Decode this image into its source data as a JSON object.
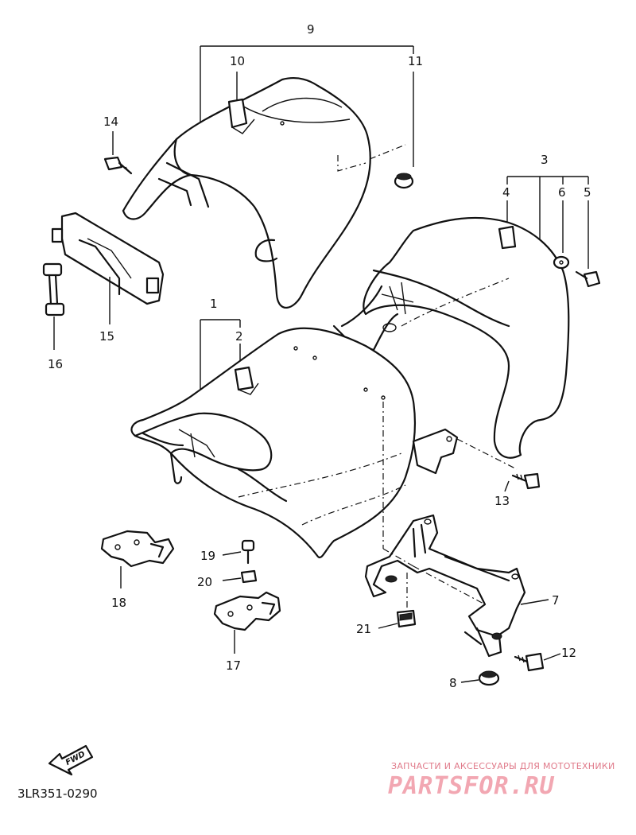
{
  "callouts": [
    {
      "id": "9",
      "label": "9"
    },
    {
      "id": "10",
      "label": "10"
    },
    {
      "id": "11",
      "label": "11"
    },
    {
      "id": "14",
      "label": "14"
    },
    {
      "id": "3",
      "label": "3"
    },
    {
      "id": "4",
      "label": "4"
    },
    {
      "id": "6",
      "label": "6"
    },
    {
      "id": "5",
      "label": "5"
    },
    {
      "id": "1",
      "label": "1"
    },
    {
      "id": "2",
      "label": "2"
    },
    {
      "id": "15",
      "label": "15"
    },
    {
      "id": "16",
      "label": "16"
    },
    {
      "id": "13",
      "label": "13"
    },
    {
      "id": "7",
      "label": "7"
    },
    {
      "id": "12",
      "label": "12"
    },
    {
      "id": "8",
      "label": "8"
    },
    {
      "id": "19",
      "label": "19"
    },
    {
      "id": "20",
      "label": "20"
    },
    {
      "id": "21",
      "label": "21"
    },
    {
      "id": "18",
      "label": "18"
    },
    {
      "id": "17",
      "label": "17"
    }
  ],
  "fwd_label": "FWD",
  "diagram_code": "3LR351-0290",
  "watermark": {
    "tagline": "ЗАПЧАСТИ И АКСЕССУАРЫ ДЛЯ МОТОТЕХНИКИ",
    "brand": "PARTSFOR.RU"
  },
  "colors": {
    "line": "#111111",
    "background": "#ffffff",
    "watermark": "#f2a7b2"
  }
}
